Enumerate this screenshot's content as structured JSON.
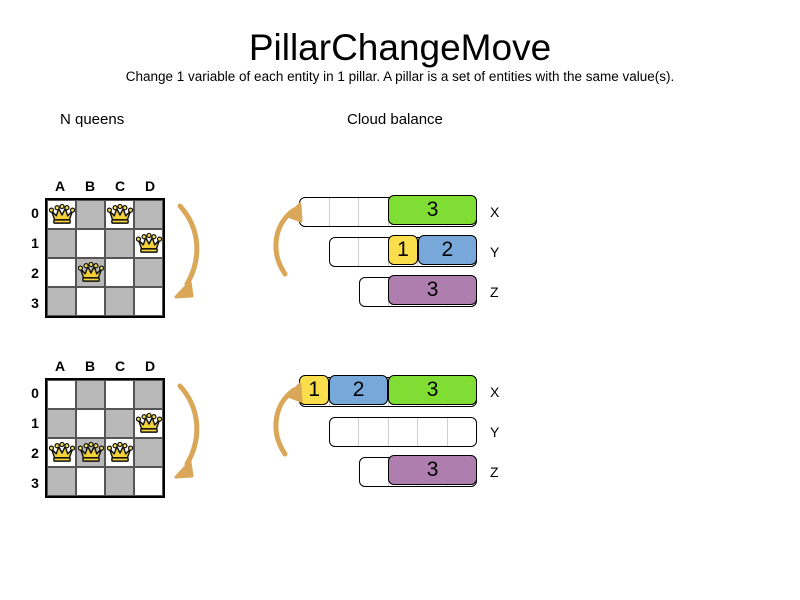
{
  "header": {
    "title": "PillarChangeMove",
    "subtitle": "Change 1 variable of each entity in 1 pillar. A pillar is a set of entities with the same value(s)."
  },
  "sections": {
    "nqueens": {
      "label": "N queens"
    },
    "cloud": {
      "label": "Cloud balance"
    }
  },
  "nqueens": {
    "file_labels": [
      "A",
      "B",
      "C",
      "D"
    ],
    "rank_labels": [
      "0",
      "1",
      "2",
      "3"
    ],
    "before": {
      "queens": [
        {
          "file": "A",
          "rank": "0"
        },
        {
          "file": "C",
          "rank": "0"
        },
        {
          "file": "D",
          "rank": "1"
        },
        {
          "file": "B",
          "rank": "2"
        }
      ]
    },
    "after": {
      "queens": [
        {
          "file": "D",
          "rank": "1"
        },
        {
          "file": "A",
          "rank": "2"
        },
        {
          "file": "B",
          "rank": "2"
        },
        {
          "file": "C",
          "rank": "2"
        }
      ]
    }
  },
  "cloud": {
    "capacity_slots": 5,
    "colors": {
      "value_1": "#fade4b",
      "value_2": "#77a8d9",
      "value_3": "#80dd33",
      "value_3_alt": "#ae7eae"
    },
    "before": {
      "rows": [
        {
          "tag": "X",
          "free_slots": 3,
          "segments": [
            {
              "label": "3",
              "slots": 3,
              "color": "#80dd33"
            }
          ]
        },
        {
          "tag": "Y",
          "free_slots": 2,
          "segments": [
            {
              "label": "1",
              "slots": 1,
              "color": "#fade4b"
            },
            {
              "label": "2",
              "slots": 2,
              "color": "#77a8d9"
            }
          ]
        },
        {
          "tag": "Z",
          "free_slots": 1,
          "segments": [
            {
              "label": "3",
              "slots": 3,
              "color": "#ae7eae"
            }
          ]
        }
      ]
    },
    "after": {
      "rows": [
        {
          "tag": "X",
          "free_slots": 0,
          "segments": [
            {
              "label": "1",
              "slots": 1,
              "color": "#fade4b"
            },
            {
              "label": "2",
              "slots": 2,
              "color": "#77a8d9"
            },
            {
              "label": "3",
              "slots": 3,
              "color": "#80dd33"
            }
          ]
        },
        {
          "tag": "Y",
          "free_slots": 5,
          "segments": []
        },
        {
          "tag": "Z",
          "free_slots": 1,
          "segments": [
            {
              "label": "3",
              "slots": 3,
              "color": "#ae7eae"
            }
          ]
        }
      ]
    }
  },
  "arrows": {
    "color": "#d9a757",
    "queens_move": "down-left-curve",
    "cloud_move": "up-right-curve"
  }
}
